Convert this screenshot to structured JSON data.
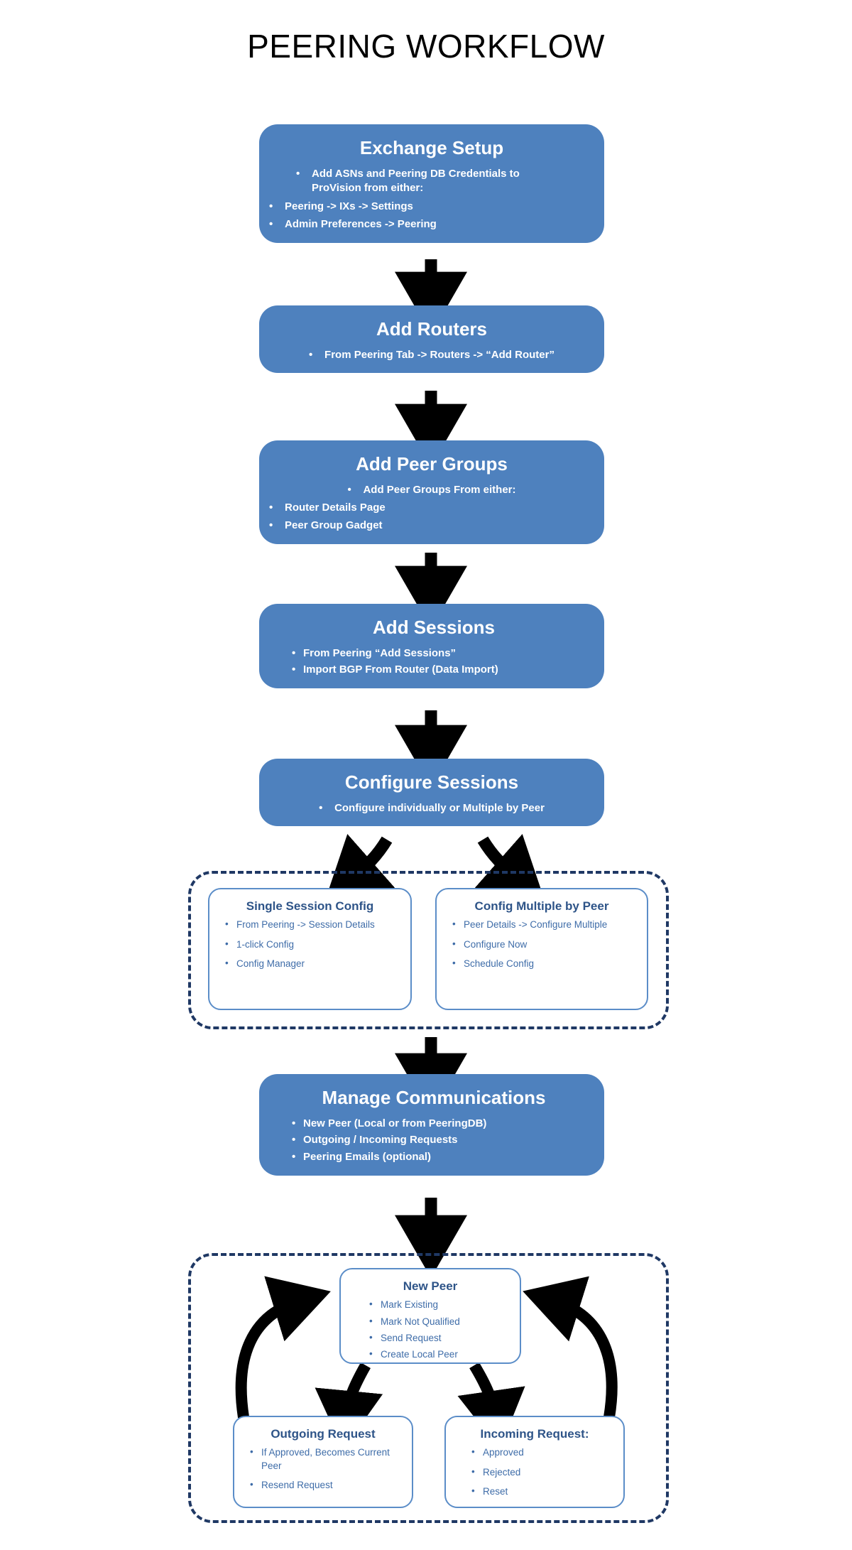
{
  "page": {
    "title": "PEERING WORKFLOW",
    "colors": {
      "process_fill": "#4E81BE",
      "process_text": "#FFFFFF",
      "dashed_border": "#1F3864",
      "subbox_border": "#5B8DC8",
      "subbox_title_text": "#2E5488",
      "subbox_body_text": "#3E6CA8",
      "arrow": "#000000",
      "background": "#FFFFFF"
    }
  },
  "steps": [
    {
      "id": "exchange-setup",
      "title": "Exchange Setup",
      "bullets": [
        {
          "text": "Add ASNs and Peering DB Credentials to ProVision from either:",
          "children": [
            "Peering -> IXs -> Settings",
            "Admin Preferences -> Peering"
          ]
        }
      ]
    },
    {
      "id": "add-routers",
      "title": "Add Routers",
      "bullets": [
        {
          "text": "From Peering Tab -> Routers -> “Add Router”",
          "children": []
        }
      ]
    },
    {
      "id": "add-peer-groups",
      "title": "Add Peer Groups",
      "bullets": [
        {
          "text": "Add Peer Groups From either:",
          "children": [
            "Router Details Page",
            "Peer Group Gadget"
          ]
        }
      ]
    },
    {
      "id": "add-sessions",
      "title": "Add Sessions",
      "bullets": [
        {
          "text": "From  Peering “Add Sessions”",
          "children": []
        },
        {
          "text": "Import BGP From Router (Data Import)",
          "children": []
        }
      ]
    },
    {
      "id": "configure-sessions",
      "title": "Configure Sessions",
      "bullets": [
        {
          "text": "Configure individually or Multiple by Peer",
          "children": []
        }
      ]
    },
    {
      "id": "manage-communications",
      "title": "Manage Communications",
      "bullets": [
        {
          "text": "New Peer (Local or from PeeringDB)",
          "children": []
        },
        {
          "text": "Outgoing / Incoming Requests",
          "children": []
        },
        {
          "text": "Peering Emails (optional)",
          "children": []
        }
      ]
    }
  ],
  "config_group": {
    "boxes": [
      {
        "id": "single-session-config",
        "title": "Single Session Config",
        "items": [
          "From Peering -> Session Details",
          "1-click Config",
          "Config Manager"
        ]
      },
      {
        "id": "config-multiple-by-peer",
        "title": "Config Multiple by Peer",
        "items": [
          "Peer Details -> Configure Multiple",
          "Configure Now",
          "Schedule Config"
        ]
      }
    ]
  },
  "peer_group": {
    "boxes": [
      {
        "id": "new-peer",
        "title": "New Peer",
        "items": [
          "Mark Existing",
          "Mark Not Qualified",
          "Send Request",
          "Create Local Peer"
        ]
      },
      {
        "id": "outgoing-request",
        "title": "Outgoing Request",
        "items": [
          "If Approved, Becomes Current Peer",
          "Resend Request"
        ]
      },
      {
        "id": "incoming-request",
        "title": "Incoming Request:",
        "items": [
          "Approved",
          "Rejected",
          "Reset"
        ]
      }
    ]
  },
  "bullet_glyph": "•"
}
